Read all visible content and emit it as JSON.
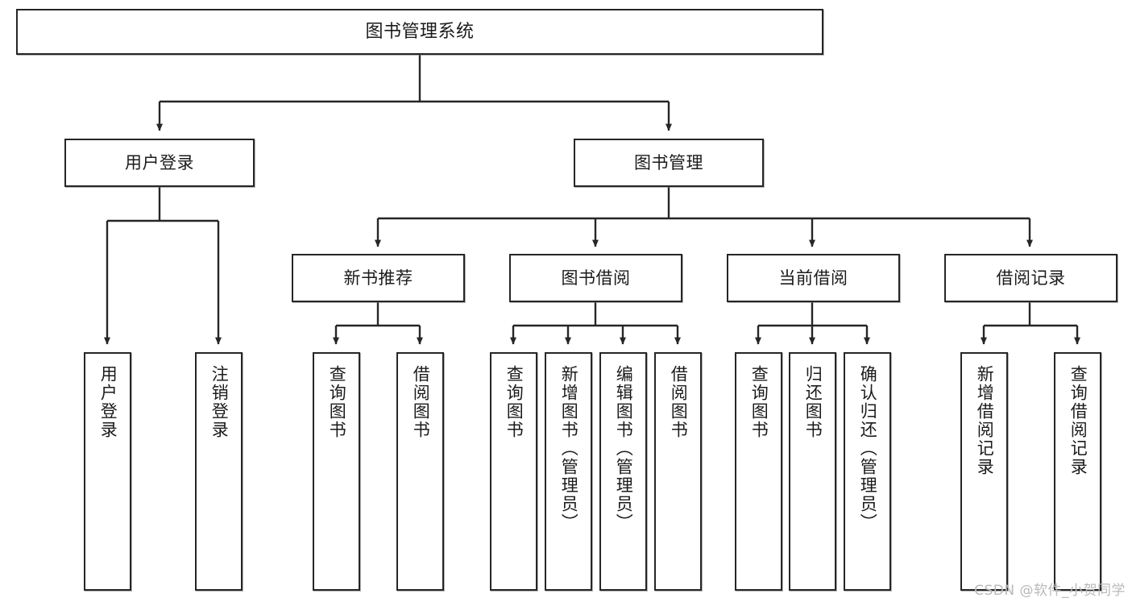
{
  "diagram": {
    "title": "图书管理系统",
    "watermark": "CSDN @软件_小贺同学",
    "accent_color": "#262626",
    "background_color": "#ffffff",
    "nodes": {
      "root": {
        "label": "图书管理系统"
      },
      "login": {
        "label": "用户登录"
      },
      "bookmgmt": {
        "label": "图书管理"
      },
      "newbook": {
        "label": "新书推荐"
      },
      "borrow": {
        "label": "图书借阅"
      },
      "current": {
        "label": "当前借阅"
      },
      "record": {
        "label": "借阅记录"
      },
      "leaf1": {
        "label": "用户登录"
      },
      "leaf2": {
        "label": "注销登录"
      },
      "leaf3": {
        "label": "查询图书"
      },
      "leaf4": {
        "label": "借阅图书"
      },
      "leaf5": {
        "label": "查询图书"
      },
      "leaf6": {
        "label": "新增图书（管理员）"
      },
      "leaf7": {
        "label": "编辑图书（管理员）"
      },
      "leaf8": {
        "label": "借阅图书"
      },
      "leaf9": {
        "label": "查询图书"
      },
      "leaf10": {
        "label": "归还图书"
      },
      "leaf11": {
        "label": "确认归还（管理员）"
      },
      "leaf12": {
        "label": "新增借阅记录"
      },
      "leaf13": {
        "label": "查询借阅记录"
      }
    }
  }
}
